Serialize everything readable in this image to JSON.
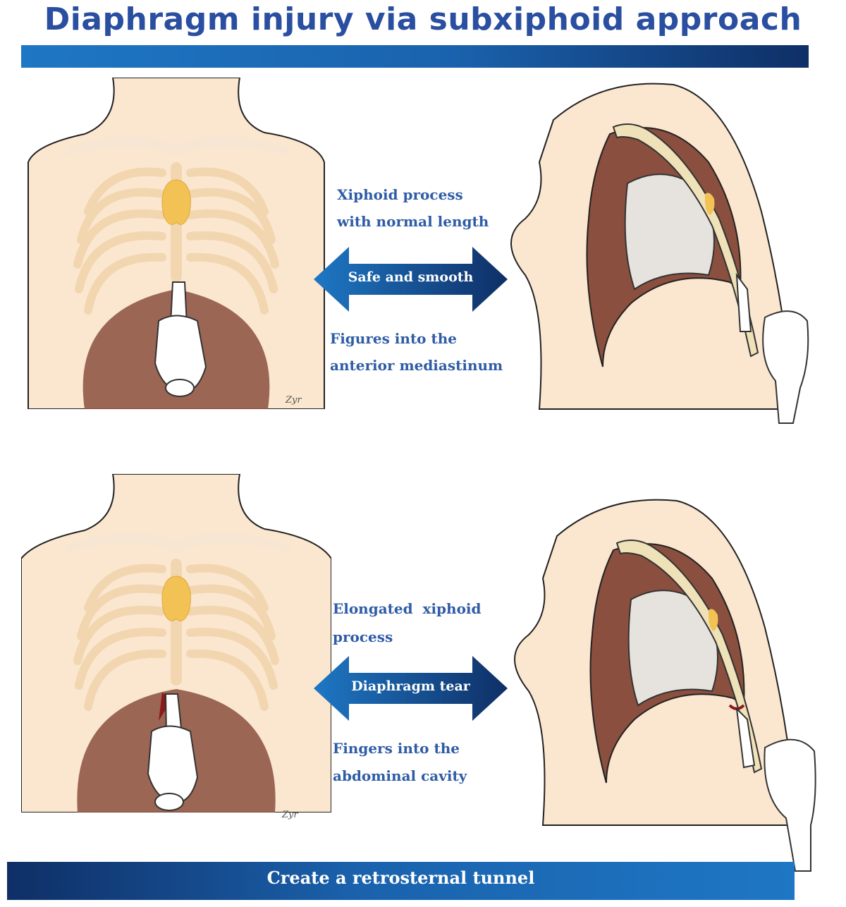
{
  "title": "Diaphragm injury via subxiphoid approach",
  "panels": [
    {
      "top_caption": [
        "Xiphoid process",
        "with normal length"
      ],
      "arrow_label": "Safe and smooth",
      "bottom_caption": [
        "Figures into the",
        "anterior mediastinum"
      ]
    },
    {
      "top_caption": [
        "Elongated  xiphoid",
        "process"
      ],
      "arrow_label": "Diaphragm tear",
      "bottom_caption": [
        "Fingers into the",
        "abdominal cavity"
      ]
    }
  ],
  "footer": "Create a retrosternal tunnel",
  "signature": "Zyr",
  "colors": {
    "title": "#2a4ea0",
    "caption": "#2f5ca6",
    "bar_light": "#1e77c4",
    "bar_dark": "#0f2f66",
    "skin": "#fbe6cf",
    "rib": "#f1d6b0",
    "thymus": "#f3c255",
    "diaphragm": "#8a4f3e",
    "lung": "#e6e3de"
  },
  "icons": [
    "chest-front-illustration",
    "chest-sagittal-illustration",
    "glove-hand-icon",
    "double-arrow-icon"
  ]
}
